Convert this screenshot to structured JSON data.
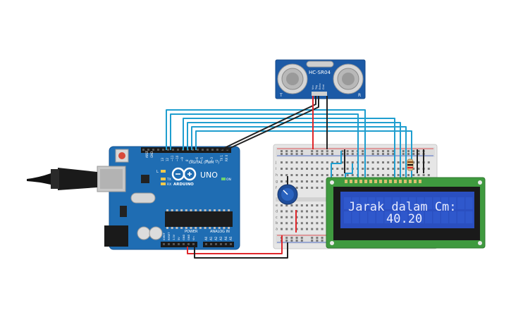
{
  "sensor": {
    "model": "HC-SR04",
    "pin_vcc": "Vcc",
    "pin_trig": "Trig",
    "pin_echo": "Echo",
    "pin_gnd": "Gnd",
    "corner_t": "T",
    "corner_r": "R"
  },
  "arduino": {
    "brand": "ARDUINO",
    "model": "UNO",
    "digital_label": "DIGITAL (PWM ~)",
    "power_label": "POWER",
    "analog_label": "ANALOG IN",
    "on_label": "ON",
    "tx_label": "TX",
    "rx_label": "RX",
    "l_label": "L",
    "aref_label": "AREF",
    "gnd_label": "GND",
    "digital_pins": [
      "13",
      "12",
      "~11",
      "~10",
      "~9",
      "8",
      "7",
      "~6",
      "~5",
      "4",
      "~3",
      "2",
      "TX 1",
      "RX 0"
    ],
    "power_pins": [
      "IOREF",
      "RESET",
      "3.3V",
      "5V",
      "GND",
      "GND",
      "Vin"
    ],
    "analog_pins": [
      "A0",
      "A1",
      "A2",
      "A3",
      "A4",
      "A5"
    ]
  },
  "breadboard": {
    "row_letters": [
      "j",
      "i",
      "h",
      "g",
      "f",
      "e",
      "d",
      "c",
      "b",
      "a"
    ]
  },
  "lcd": {
    "line1": "Jarak dalam Cm:",
    "line2": "40.20"
  },
  "colors": {
    "wire_blue": "#1f9ecf",
    "wire_red": "#e0272b",
    "wire_black": "#222222",
    "board_blue": "#1f6db3",
    "lcd_screen": "#2a4fc0",
    "lcd_pcb": "#3f9a3f",
    "sensor_pcb": "#1c5aa6"
  }
}
